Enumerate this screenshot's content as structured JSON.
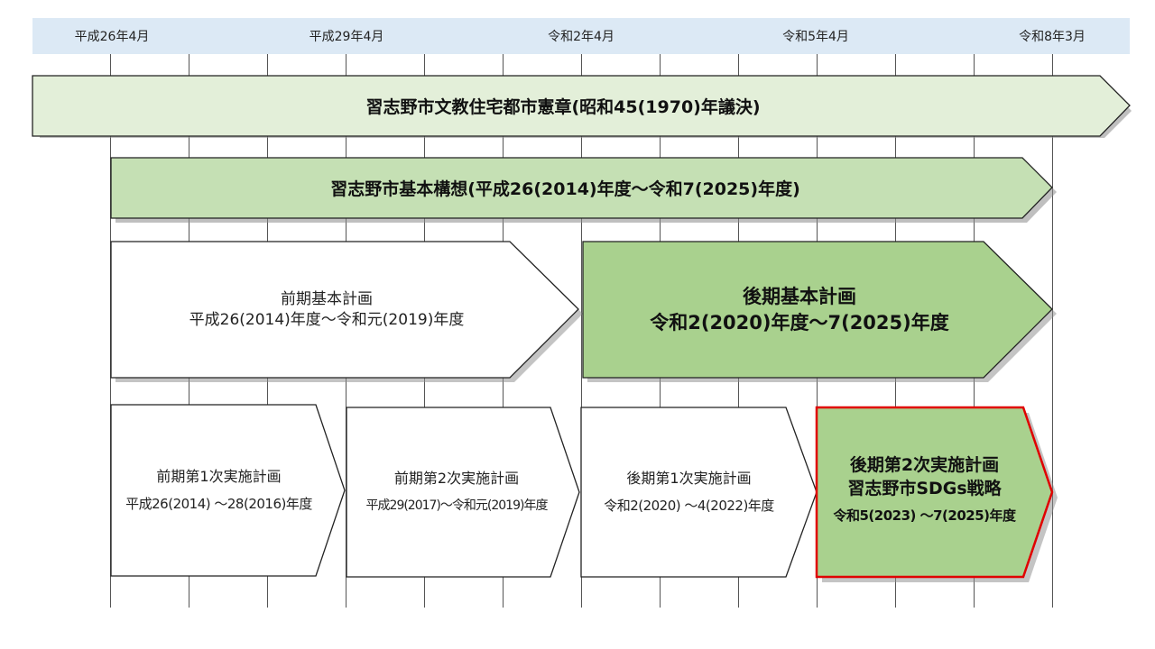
{
  "timeline": {
    "ticks": [
      "平成26年4月",
      "平成29年4月",
      "令和2年4月",
      "令和5年4月",
      "令和8年3月"
    ]
  },
  "charter": {
    "title": "習志野市文教住宅都市憲章(昭和45(1970)年議決)",
    "fill": "#e3efd9"
  },
  "basic_concept": {
    "title": "習志野市基本構想(平成26(2014)年度～令和7(2025)年度)",
    "fill": "#c5e0b4"
  },
  "first_basic_plan": {
    "title": "前期基本計画",
    "period": "平成26(2014)年度～令和元(2019)年度",
    "fill": "#ffffff"
  },
  "second_basic_plan": {
    "title": "後期基本計画",
    "period": "令和2(2020)年度～7(2025)年度",
    "fill": "#a9d18e"
  },
  "implementation_plans": [
    {
      "title": "前期第1次実施計画",
      "period": "平成26(2014) ～28(2016)年度",
      "fill": "#ffffff"
    },
    {
      "title": "前期第2次実施計画",
      "period": "平成29(2017)～令和元(2019)年度",
      "fill": "#ffffff"
    },
    {
      "title": "後期第1次実施計画",
      "period": "令和2(2020) ～4(2022)年度",
      "fill": "#ffffff"
    },
    {
      "title": "後期第2次実施計画",
      "subtitle": "習志野市SDGs戦略",
      "period": "令和5(2023) ～7(2025)年度",
      "fill": "#a9d18e",
      "border": "#e00000"
    }
  ]
}
